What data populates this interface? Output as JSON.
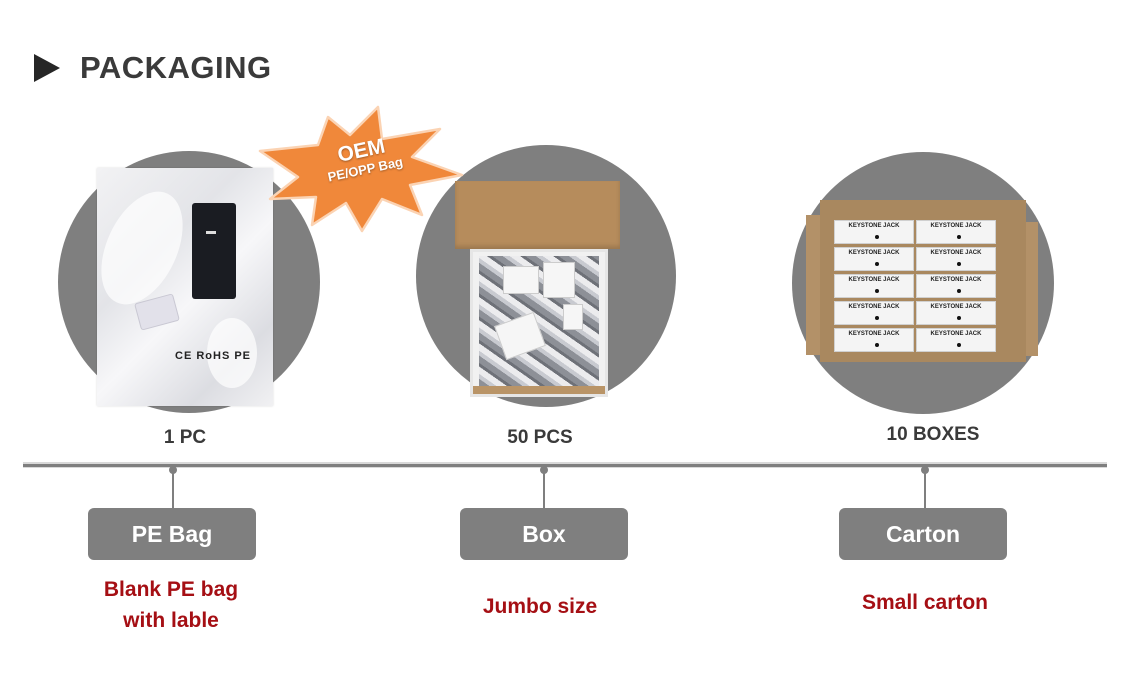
{
  "header": {
    "title": "PACKAGING",
    "icon": "play-triangle-icon"
  },
  "badge": {
    "line1": "OEM",
    "line2": "PE/OPP Bag",
    "color": "#f0883a"
  },
  "items": [
    {
      "quantity": "1 PC",
      "tag": "PE Bag",
      "description_lines": [
        "Blank PE bag",
        "with lable"
      ],
      "image": "clear-pe-bag-with-keystone-jack",
      "bag_marks": "CE RoHS PE"
    },
    {
      "quantity": "50 PCS",
      "tag": "Box",
      "description_lines": [
        "Jumbo size"
      ],
      "image": "open-cardboard-box-with-bagged-jacks"
    },
    {
      "quantity": "10 BOXES",
      "tag": "Carton",
      "description_lines": [
        "Small carton"
      ],
      "image": "carton-with-ten-keystone-jack-boxes",
      "box_label": "KEYSTONE JACK"
    }
  ],
  "colors": {
    "circle": "#7f7f7f",
    "tag_bg": "#7f7f7f",
    "description": "#a50f14",
    "title": "#3a3a3a"
  }
}
